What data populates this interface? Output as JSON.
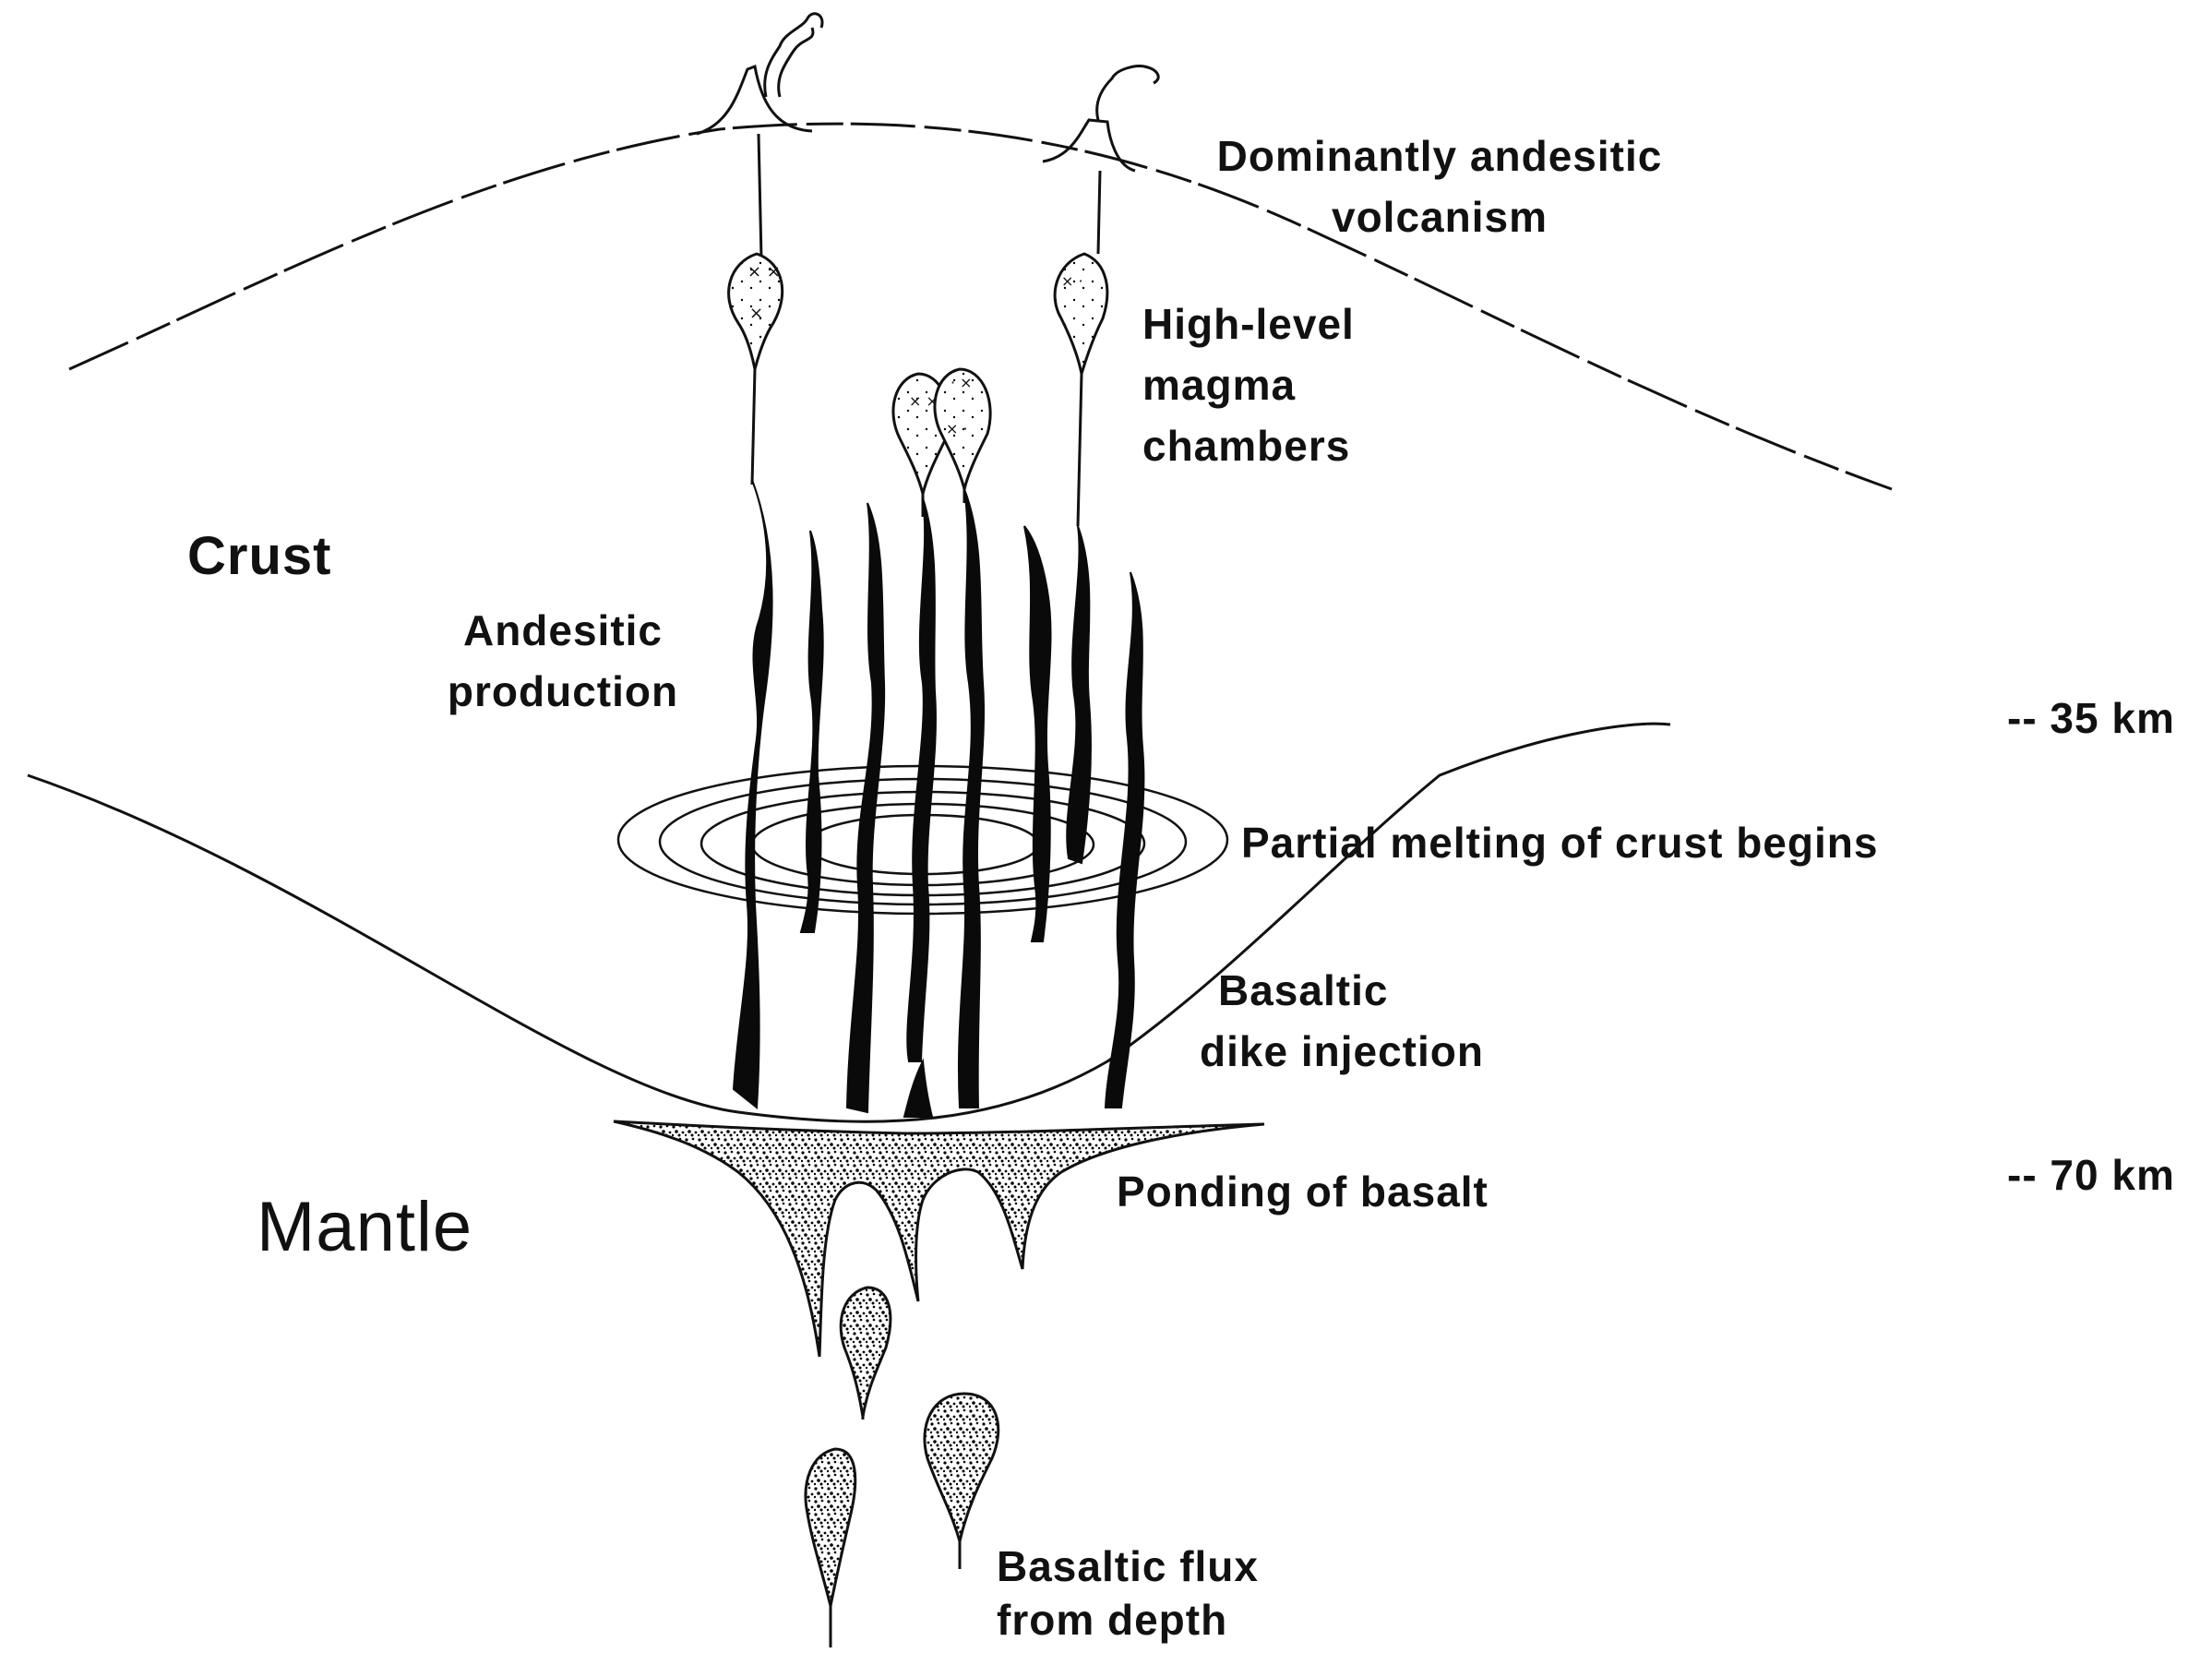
{
  "labels": {
    "volcanism": [
      "Dominantly andesitic",
      "volcanism"
    ],
    "chambers": [
      "High-level",
      "magma",
      "chambers"
    ],
    "crust": "Crust",
    "andesitic": [
      "Andesitic",
      "production"
    ],
    "depth35": "-- 35 km",
    "partial_melting": "Partial melting of crust begins",
    "dike": [
      "Basaltic",
      "dike injection"
    ],
    "depth70": "-- 70 km",
    "ponding": "Ponding of basalt",
    "mantle": "Mantle",
    "flux": [
      "Basaltic flux",
      "from depth"
    ]
  }
}
